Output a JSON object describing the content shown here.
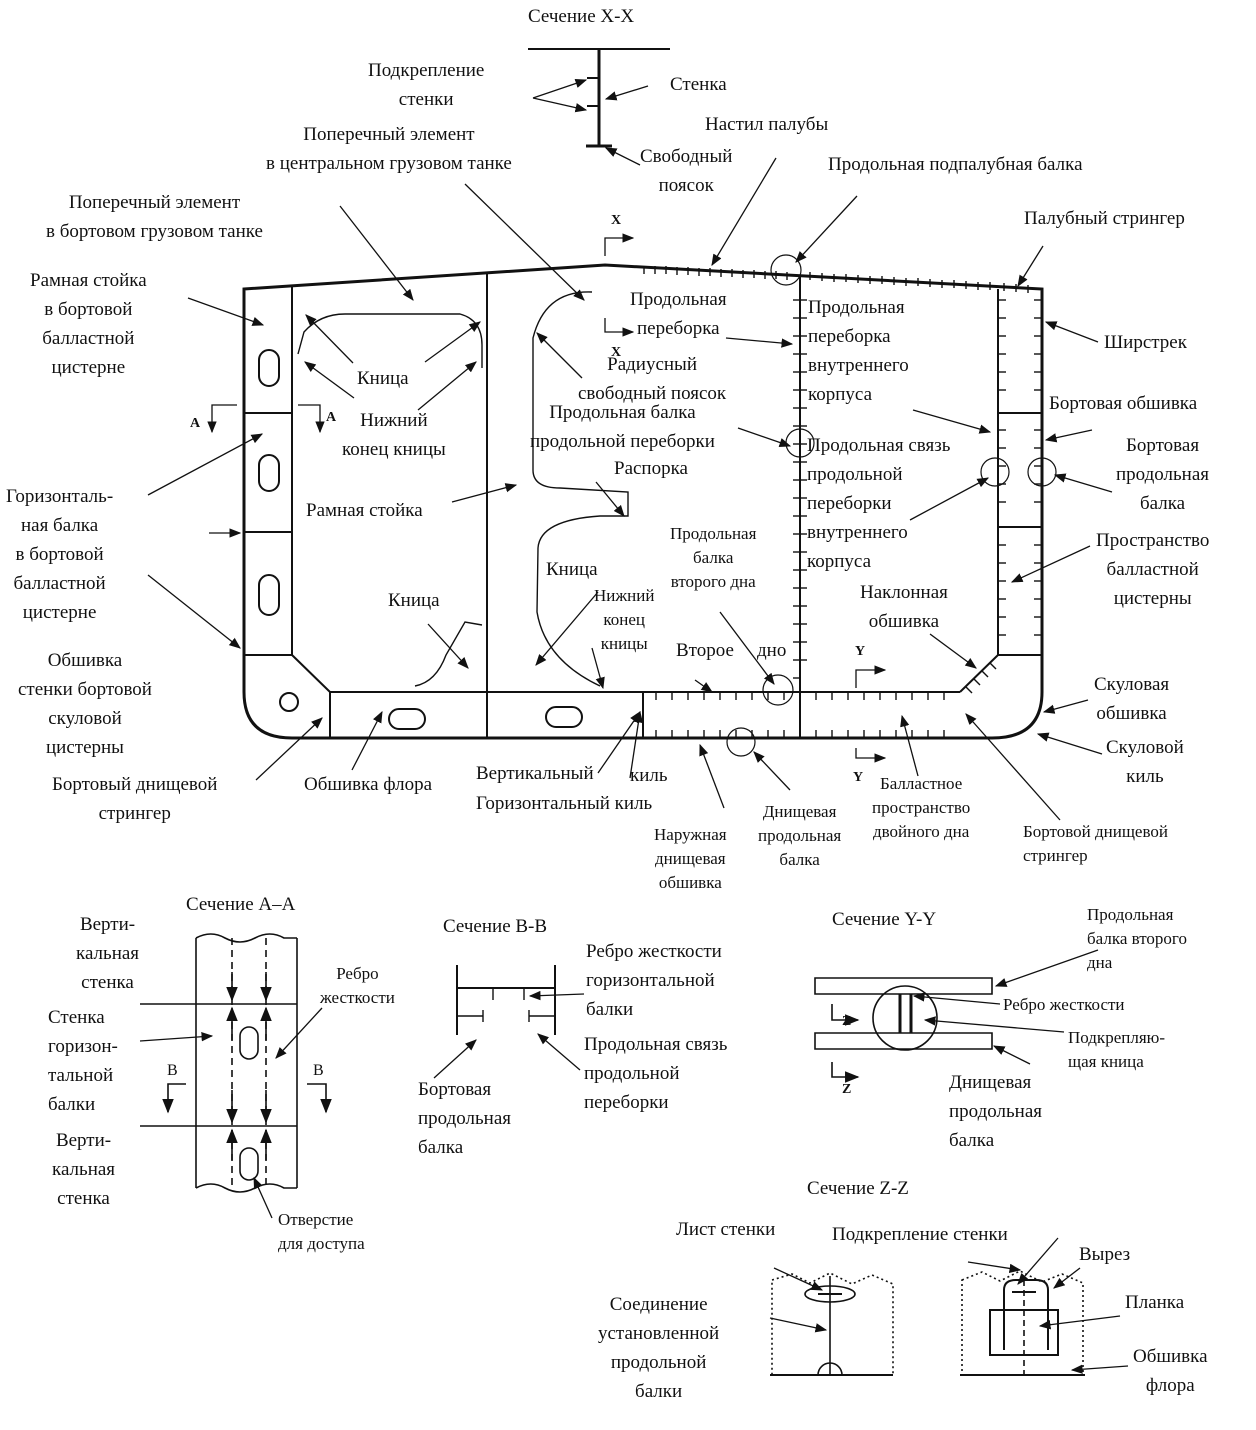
{
  "colors": {
    "ink": "#111111",
    "paper": "#ffffff"
  },
  "icons": [
    "arrow-icon"
  ],
  "labels": {
    "section_xx": "Сечение X-X",
    "web_stiffener": "Подкрепление\nстенки",
    "web": "Стенка",
    "free_flange": "Свободный\nпоясок",
    "transverse_center": "Поперечный элемент\nв центральном грузовом танке",
    "deck_plating": "Настил палубы",
    "deck_longitudinal": "Продольная подпалубная балка",
    "transverse_wing": "Поперечный элемент\nв бортовом грузовом танке",
    "deck_stringer": "Палубный стрингер",
    "vertical_web_ballast": "Рамная стойка\nв бортовой\nбалластной\nцистерне",
    "longitudinal_bulkhead": "Продольная\nпереборка",
    "inner_hull_bulkhead": "Продольная\nпереборка\nвнутреннего\nкорпуса",
    "sheer_strake": "Ширстрек",
    "bracket_1": "Кница",
    "radiused_flange": "Радиусный\nсвободный поясок",
    "lower_end_bracket_1": "Нижний\nконец кницы",
    "bulkhead_longitudinal": "Продольная балка\nпродольной переборки",
    "side_shell": "Бортовая обшивка",
    "side_longitudinal": "Бортовая\nпродольная\nбалка",
    "horizontal_girder": "Горизонталь-\nная балка\nв бортовой\nбалластной\nцистерне",
    "cross_tie": "Распорка",
    "inner_bulkhead_longitudinal": "Продольная связь\nпродольной\nпереборки\nвнутреннего\nкорпуса",
    "vertical_web": "Рамная стойка",
    "inner_bottom_longitudinal": "Продольная\nбалка\nвторого дна",
    "ballast_space": "Пространство\nбалластной\nцистерны",
    "bracket_2": "Кница",
    "bracket_3": "Кница",
    "lower_end_bracket_2": "Нижний\nконец\nкницы",
    "hopper_plating": "Наклонная\nобшивка",
    "hopper_web": "Обшивка\nстенки бортовой\nскуловой\nцистерны",
    "inner_bottom": "Второе",
    "inner_bottom_2": "дно",
    "bilge_plating": "Скуловая\nобшивка",
    "bilge_keel": "Скуловой\nкиль",
    "bottom_side_girder_left": "Бортовый днищевой\nстрингер",
    "floor_plating": "Обшивка флора",
    "vertical_keel": "Вертикальный",
    "keel_word": "киль",
    "horizontal_keel": "Горизонтальный киль",
    "bottom_shell": "Наружная\nднищевая\nобшивка",
    "bottom_longitudinal": "Днищевая\nпродольная\nбалка",
    "double_bottom_ballast": "Балластное\nпространство\nдвойного дна",
    "bottom_side_girder_right": "Бортовой днищевой\nстрингер",
    "section_aa": "Сечение А–А",
    "vertical_web_aa_top": "Верти-\nкальная\nстенка",
    "stiffener_aa": "Ребро\nжесткости",
    "girder_web_aa": "Стенка\nгоризон-\nтальной\nбалки",
    "vertical_web_aa_bottom": "Верти-\nкальная\nстенка",
    "access_opening": "Отверстие\nдля доступа",
    "section_bb": "Сечение В-В",
    "girder_stiffener_bb": "Ребро жесткости\nгоризонтальной\nбалки",
    "side_longitudinal_bb": "Бортовая\nпродольная\nбалка",
    "bulkhead_longitudinal_bb": "Продольная связь\nпродольной\nпереборки",
    "section_yy": "Сечение Y-Y",
    "inner_bottom_longitudinal_yy": "Продольная\nбалка второго\nдна",
    "stiffener_yy": "Ребро жесткости",
    "supporting_bracket_yy": "Подкрепляю-\nщая кница",
    "bottom_longitudinal_yy": "Днищевая\nпродольная\nбалка",
    "section_zz": "Сечение Z-Z",
    "web_plate_zz": "Лист стенки",
    "web_stiffener_zz": "Подкрепление стенки",
    "cutout_zz": "Вырез",
    "fitted_longitudinal_zz": "Соединение\nустановленной\nпродольной\nбалки",
    "collar_zz": "Планка",
    "floor_plating_zz": "Обшивка\nфлора"
  },
  "marks": {
    "x_top": "X",
    "x_bottom": "X",
    "a_left": "А",
    "a_right": "А",
    "y_top": "Y",
    "y_bottom": "Y",
    "b_left": "В",
    "b_right": "В",
    "z_top": "Z",
    "z_bottom": "Z"
  }
}
